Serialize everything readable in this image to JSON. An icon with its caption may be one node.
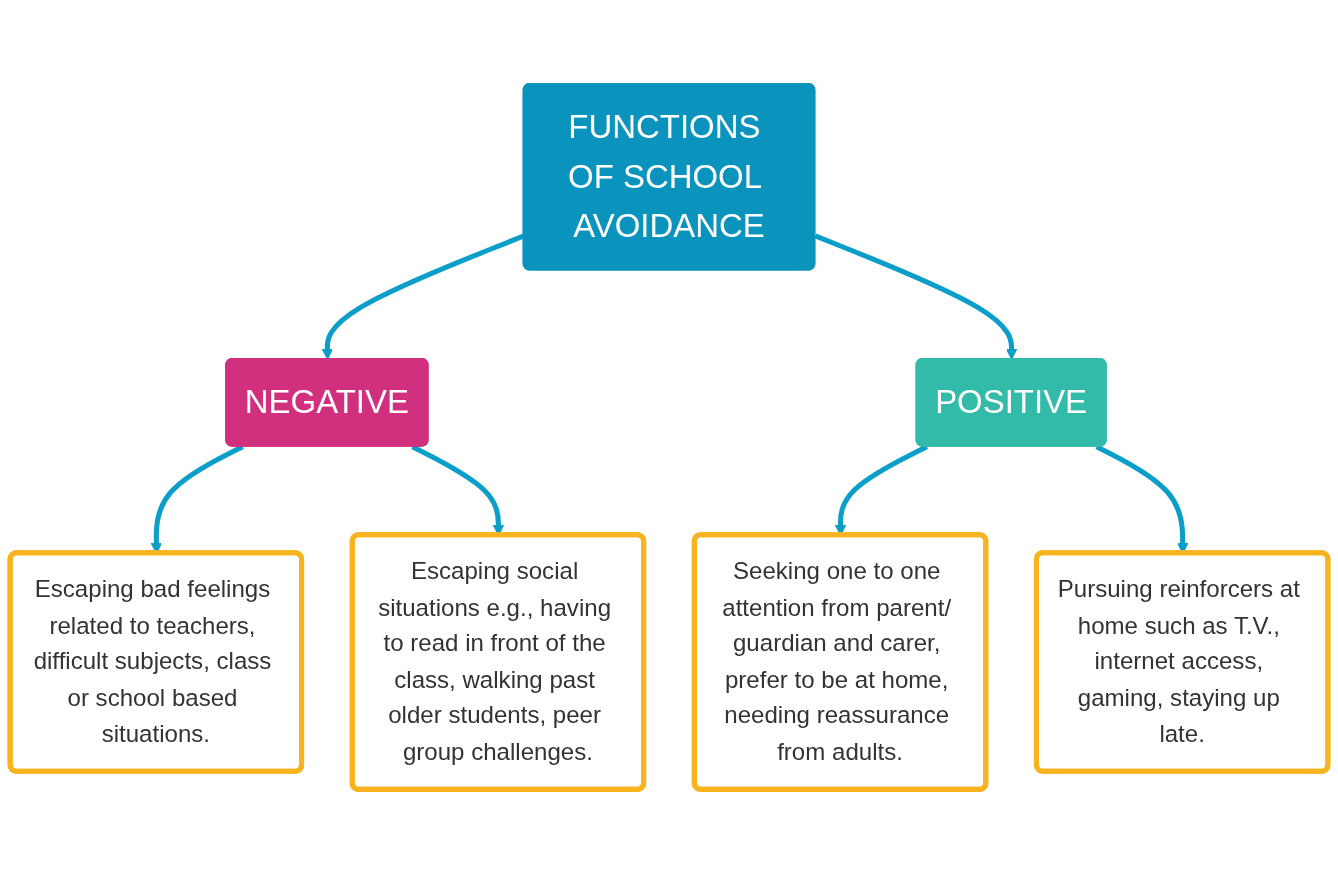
{
  "diagram": {
    "nodes": [
      {
        "text": [
          "FUNCTIONS OF SCHOOL AVOIDANCE"
        ]
      },
      {
        "text": [
          "NEGATIVE"
        ]
      },
      {
        "text": [
          "POSITIVE"
        ]
      },
      {
        "text": [
          "Escaping bad feelings related to teachers, difficult subjects, class or school based situations."
        ]
      },
      {
        "text": [
          "Escaping social situations e.g., having to read in front of the class, walking past older students, peer group challenges."
        ]
      },
      {
        "text": [
          "Seeking one to one attention from parent/ guardian and carer, prefer to be at home, needing reassurance from adults."
        ]
      },
      {
        "text": [
          "Pursuing reinforcers at home such as T.V., internet access, gaming, staying up late."
        ]
      }
    ],
    "edges": [
      {
        "from": 0,
        "to": 1,
        "arrow": "to"
      },
      {
        "from": 0,
        "to": 2,
        "arrow": "to"
      },
      {
        "from": 1,
        "to": 3,
        "arrow": "to"
      },
      {
        "from": 1,
        "to": 4,
        "arrow": "to"
      },
      {
        "from": 2,
        "to": 5,
        "arrow": "to"
      },
      {
        "from": 2,
        "to": 6,
        "arrow": "to"
      }
    ]
  }
}
